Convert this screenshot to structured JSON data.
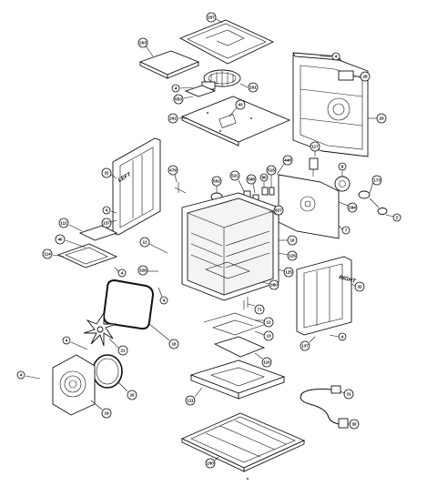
{
  "labels": {
    "left": "LEFT",
    "right": "RIGHT"
  },
  "callouts": [
    {
      "id": "c207",
      "text": "207"
    },
    {
      "id": "c203",
      "text": "203"
    },
    {
      "id": "c4a",
      "text": "4"
    },
    {
      "id": "c28",
      "text": "28"
    },
    {
      "id": "c4b",
      "text": "4"
    },
    {
      "id": "c201",
      "text": "201"
    },
    {
      "id": "c553",
      "text": "553"
    },
    {
      "id": "c29",
      "text": "29"
    },
    {
      "id": "c202",
      "text": "202"
    },
    {
      "id": "c43",
      "text": "43"
    },
    {
      "id": "c117",
      "text": "117"
    },
    {
      "id": "c8",
      "text": "8"
    },
    {
      "id": "c173",
      "text": "173"
    },
    {
      "id": "c32a",
      "text": "32"
    },
    {
      "id": "c479",
      "text": "479"
    },
    {
      "id": "c521",
      "text": "521"
    },
    {
      "id": "c502",
      "text": "502"
    },
    {
      "id": "c508",
      "text": "508"
    },
    {
      "id": "c80",
      "text": "80"
    },
    {
      "id": "c515",
      "text": "515"
    },
    {
      "id": "c448",
      "text": "448"
    },
    {
      "id": "c294",
      "text": "294"
    },
    {
      "id": "c2",
      "text": "2"
    },
    {
      "id": "c4c",
      "text": "4"
    },
    {
      "id": "c137a",
      "text": "137"
    },
    {
      "id": "c827",
      "text": "827"
    },
    {
      "id": "c7",
      "text": "7"
    },
    {
      "id": "c112",
      "text": "112"
    },
    {
      "id": "c40",
      "text": "40"
    },
    {
      "id": "c114",
      "text": "114"
    },
    {
      "id": "c4d",
      "text": "4"
    },
    {
      "id": "c12a",
      "text": "12"
    },
    {
      "id": "c10",
      "text": "10"
    },
    {
      "id": "c125a",
      "text": "125"
    },
    {
      "id": "c125b",
      "text": "125"
    },
    {
      "id": "c326",
      "text": "326"
    },
    {
      "id": "c4e",
      "text": "4"
    },
    {
      "id": "c360",
      "text": "360"
    },
    {
      "id": "c32b",
      "text": "32"
    },
    {
      "id": "c71",
      "text": "71"
    },
    {
      "id": "c12b",
      "text": "12"
    },
    {
      "id": "c13",
      "text": "13"
    },
    {
      "id": "c16",
      "text": "16"
    },
    {
      "id": "c4f",
      "text": "4"
    },
    {
      "id": "c21",
      "text": "21"
    },
    {
      "id": "c137b",
      "text": "137"
    },
    {
      "id": "c110",
      "text": "110"
    },
    {
      "id": "c4g",
      "text": "4"
    },
    {
      "id": "c20",
      "text": "20"
    },
    {
      "id": "c4h",
      "text": "4"
    },
    {
      "id": "c19",
      "text": "19"
    },
    {
      "id": "c111",
      "text": "111"
    },
    {
      "id": "c31",
      "text": "31"
    },
    {
      "id": "c30",
      "text": "30"
    },
    {
      "id": "c200",
      "text": "200"
    }
  ]
}
